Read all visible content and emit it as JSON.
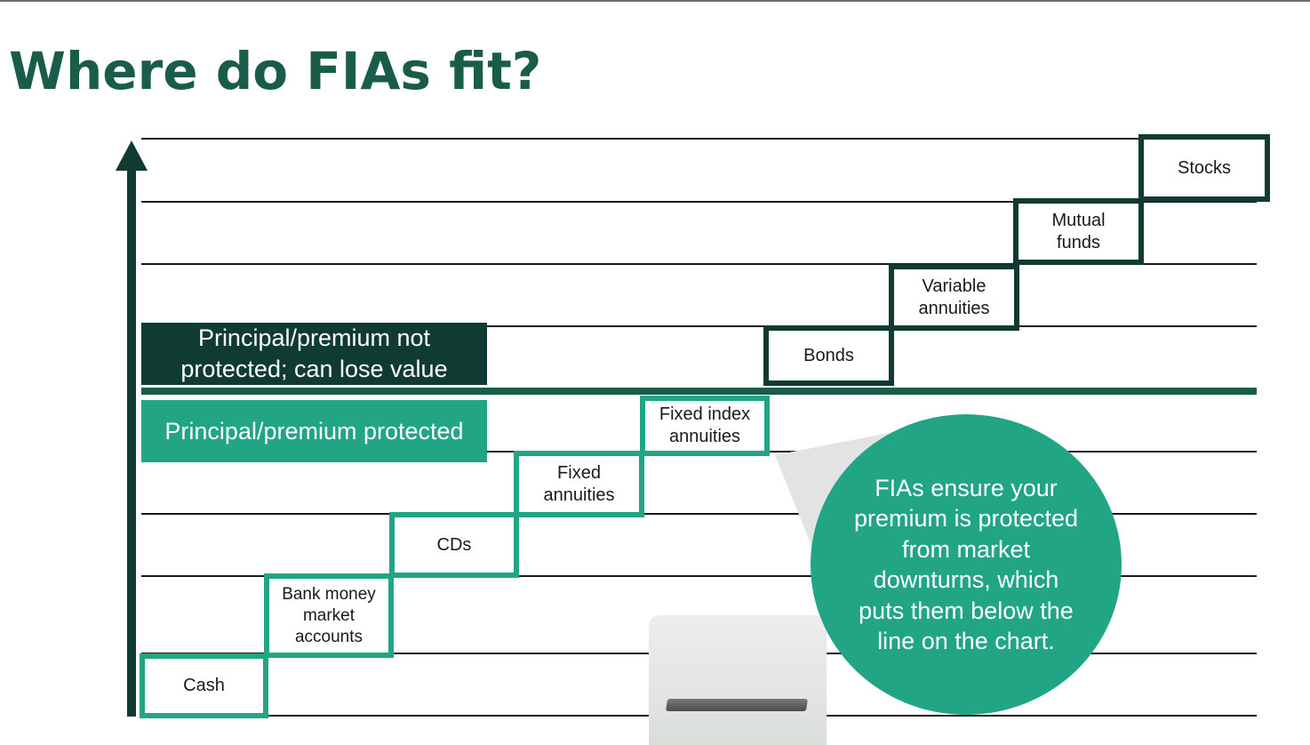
{
  "slide": {
    "title": "Where do FIAs fit?"
  },
  "diagram": {
    "band_labels": {
      "not_protected": "Principal/premium not\nprotected; can lose value",
      "protected": "Principal/premium protected"
    },
    "steps": [
      {
        "key": "cash",
        "label": "Cash",
        "protection": "protected"
      },
      {
        "key": "bank-money-market",
        "label": "Bank money\nmarket\naccounts",
        "protection": "protected"
      },
      {
        "key": "cds",
        "label": "CDs",
        "protection": "protected"
      },
      {
        "key": "fixed-annuities",
        "label": "Fixed\nannuities",
        "protection": "protected"
      },
      {
        "key": "fixed-index-annuities",
        "label": "Fixed index\nannuities",
        "protection": "protected"
      },
      {
        "key": "bonds",
        "label": "Bonds",
        "protection": "not-protected"
      },
      {
        "key": "variable-annuities",
        "label": "Variable\nannuities",
        "protection": "not-protected"
      },
      {
        "key": "mutual-funds",
        "label": "Mutual\nfunds",
        "protection": "not-protected"
      },
      {
        "key": "stocks",
        "label": "Stocks",
        "protection": "not-protected"
      }
    ],
    "callout": {
      "lines": [
        "FIAs ensure your",
        "premium is protected",
        "from market",
        "downturns, which",
        "puts them below the",
        "line on the chart."
      ]
    }
  },
  "colors": {
    "title": "#1a5c4a",
    "dark_green": "#0f3b32",
    "teal": "#21a584",
    "grid_line": "#1a1a1a"
  }
}
